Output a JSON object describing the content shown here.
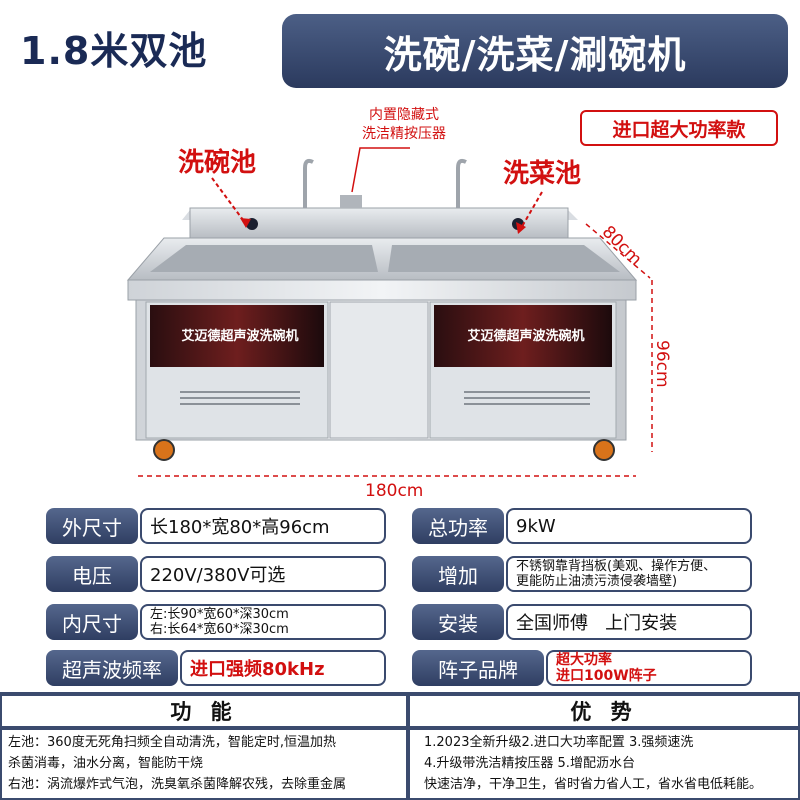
{
  "header": {
    "size_title": "1.8米双池",
    "main_title": "洗碗/洗菜/涮碗机"
  },
  "product": {
    "badge": "进口超大功率款",
    "callout_left": "洗碗池",
    "callout_right": "洗菜池",
    "callout_top_line1": "内置隐藏式",
    "callout_top_line2": "洗洁精按压器",
    "panel_text": "艾迈德超声波洗碗机",
    "dim_width": "180cm",
    "dim_depth": "80cm",
    "dim_height": "96cm"
  },
  "specs": {
    "outer_size": {
      "label": "外尺寸",
      "value": "长180*宽80*高96cm"
    },
    "total_power": {
      "label": "总功率",
      "value": "9kW"
    },
    "voltage": {
      "label": "电压",
      "value": "220V/380V可选"
    },
    "added": {
      "label": "增加",
      "line1": "不锈钢靠背挡板(美观、操作方便、",
      "line2": "更能防止油渍污渍侵袭墙壁)"
    },
    "inner_size": {
      "label": "内尺寸",
      "line1": "左:长90*宽60*深30cm",
      "line2": "右:长64*宽60*深30cm"
    },
    "install": {
      "label": "安装",
      "value": "全国师傅   上门安装"
    },
    "ultrasonic": {
      "label": "超声波频率",
      "value": "进口强频80kHz"
    },
    "transducer": {
      "label": "阵子品牌",
      "line1": "超大功率",
      "line2": "进口100W阵子"
    }
  },
  "bottom": {
    "func_title": "功 能",
    "adv_title": "优 势",
    "func_line1": "左池：360度无死角扫频全自动清洗，智能定时,恒温加热",
    "func_line2": "杀菌消毒，油水分离，智能防干烧",
    "func_line3": "右池：涡流爆炸式气泡，洗臭氧杀菌降解农残，去除重金属",
    "adv_line1": "1.2023全新升级2.进口大功率配置 3.强频速洗",
    "adv_line2": "4.升级带洗洁精按压器 5.增配沥水台",
    "adv_line3": "快速洁净，干净卫生，省时省力省人工，省水省电低耗能。"
  },
  "colors": {
    "navy": "#2f3e62",
    "accent_red": "#d21010"
  }
}
